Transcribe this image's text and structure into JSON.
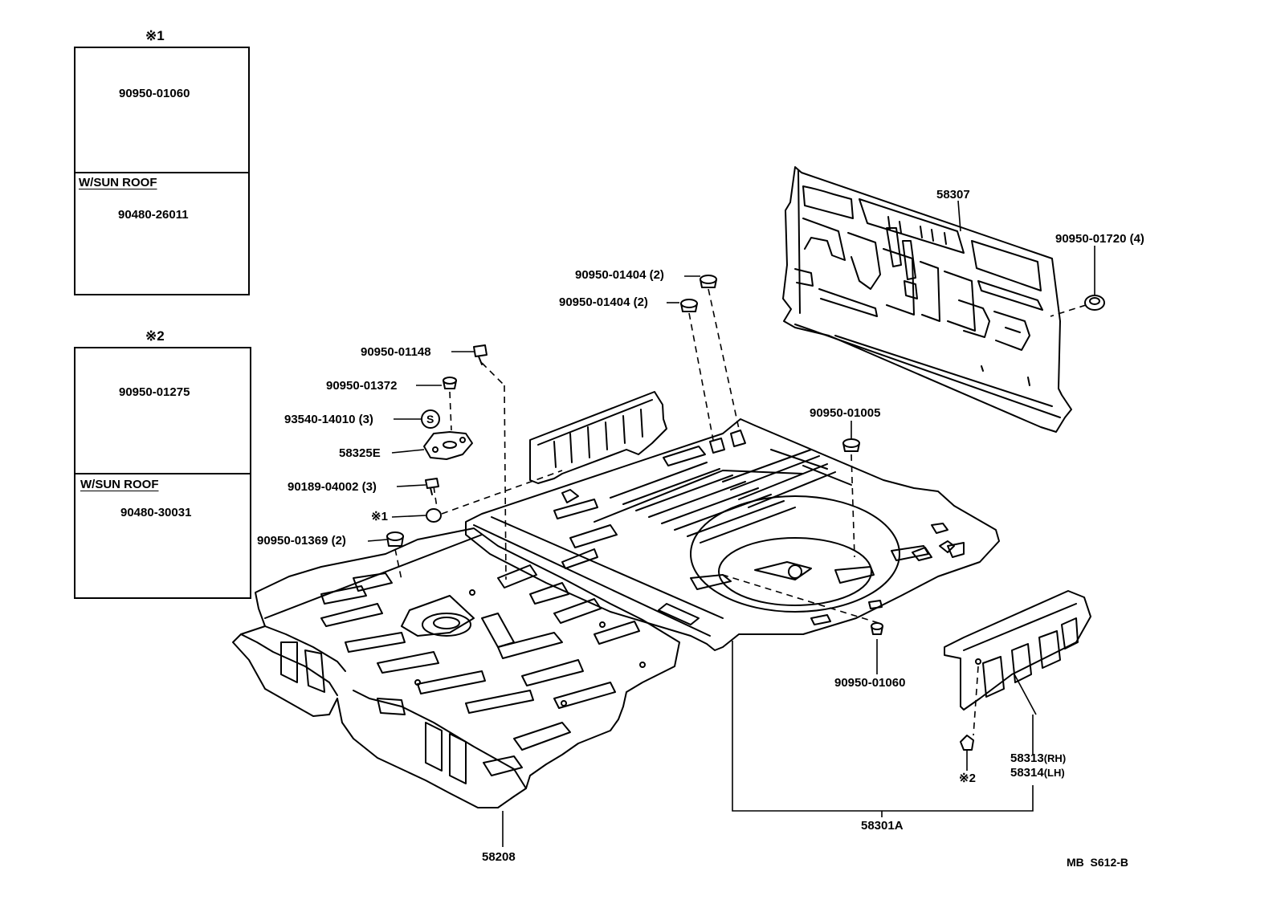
{
  "insets": [
    {
      "marker": "※1",
      "top_part": "90950-01060",
      "variant_label": "W/SUN ROOF",
      "bottom_part": "90480-26011"
    },
    {
      "marker": "※2",
      "top_part": "90950-01275",
      "variant_label": "W/SUN ROOF",
      "bottom_part": "90480-30031"
    }
  ],
  "callouts": {
    "p58307": "58307",
    "p90950_01720": "90950-01720 (4)",
    "p90950_01404_a": "90950-01404 (2)",
    "p90950_01404_b": "90950-01404 (2)",
    "p90950_01148": "90950-01148",
    "p90950_01372": "90950-01372",
    "p93540_14010": "93540-14010 (3)",
    "p58325E": "58325E",
    "p90189_04002": "90189-04002 (3)",
    "mark1": "※1",
    "p90950_01369": "90950-01369 (2)",
    "p90950_01005": "90950-01005",
    "p90950_01060": "90950-01060",
    "p58313": "58313",
    "p58313_side": "(RH)",
    "p58314": "58314",
    "p58314_side": "(LH)",
    "mark2": "※2",
    "p58301A": "58301A",
    "p58208": "58208",
    "s_symbol": "S"
  },
  "figure_code": "MB  S612-B"
}
